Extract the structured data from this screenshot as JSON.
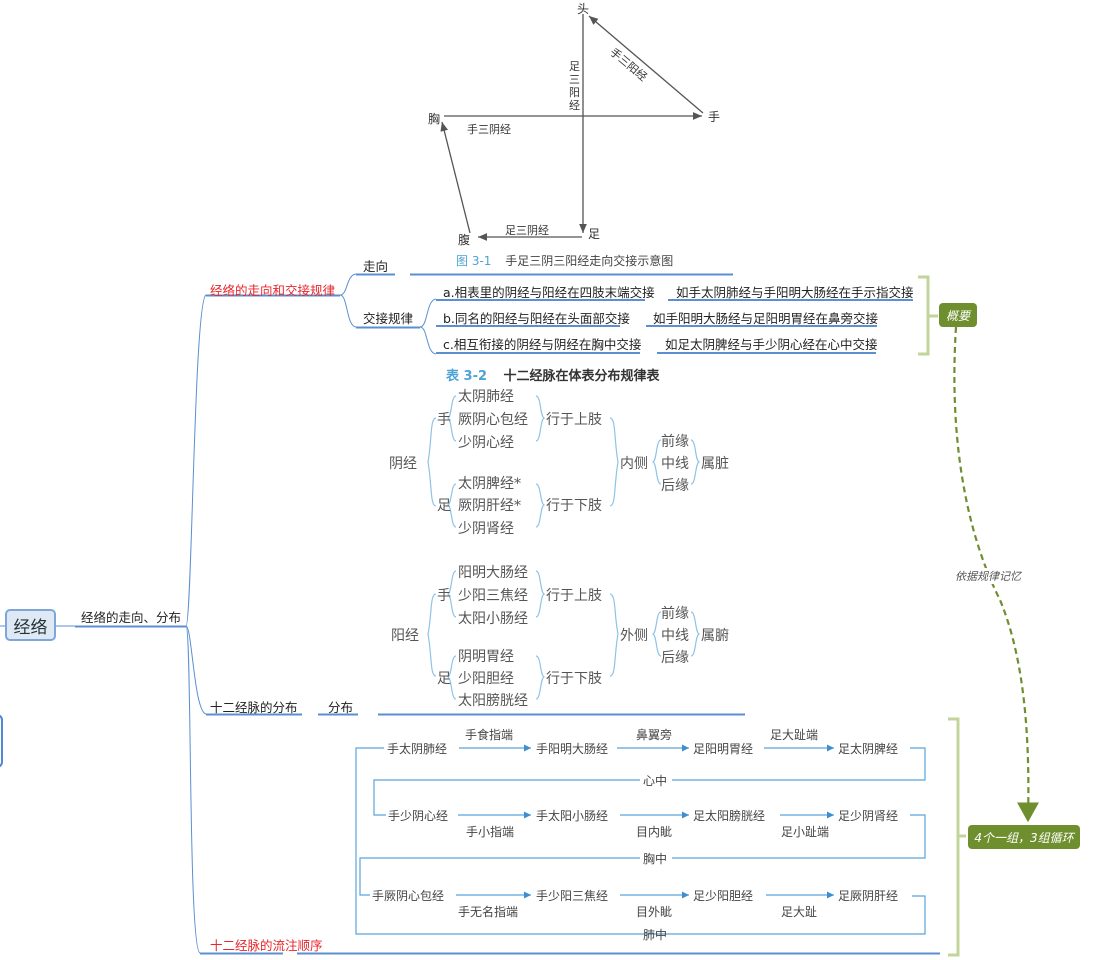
{
  "figure": {
    "labels": {
      "head": "头",
      "hand": "手",
      "chest": "胸",
      "abdomen": "腹",
      "foot": "足",
      "hand_three_yang": "手三阳经",
      "hand_three_yin": "手三阴经",
      "foot_three_yang": "足三阳经",
      "foot_three_yin": "足三阴经"
    },
    "caption_num": "图 3-1",
    "caption_text": "手足三阴三阳经走向交接示意图"
  },
  "mindmap": {
    "root": "经络",
    "level1": "经络的走向、分布",
    "branches": {
      "direction_and_rules": "经络的走向和交接规律",
      "distribution": "十二经脉的分布",
      "flow_order": "十二经脉的流注顺序"
    },
    "direction": "走向",
    "rules": "交接规律",
    "distribution_child": "分布",
    "rule_items": [
      {
        "rule": "a.相表里的阴经与阳经在四肢末端交接",
        "example": "如手太阴肺经与手阳明大肠经在手示指交接"
      },
      {
        "rule": "b.同名的阳经与阳经在头面部交接",
        "example": "如手阳明大肠经与足阳明胃经在鼻旁交接"
      },
      {
        "rule": "c.相互衔接的阴经与阴经在胸中交接",
        "example": "如足太阴脾经与手少阴心经在心中交接"
      }
    ],
    "summary1": "概要",
    "summary2": "4个一组，3组循环",
    "relation_label": "依据规律记忆"
  },
  "table": {
    "caption_num": "表 3-2",
    "caption_text": "十二经脉在体表分布规律表",
    "yin": {
      "label": "阴经",
      "hand": "手",
      "hand_items": [
        "太阴肺经",
        "厥阴心包经",
        "少阴心经"
      ],
      "hand_path": "行于上肢",
      "foot": "足",
      "foot_items": [
        "太阴脾经*",
        "厥阴肝经*",
        "少阴肾经"
      ],
      "foot_path": "行于下肢",
      "side": "内侧",
      "positions": [
        "前缘",
        "中线",
        "后缘"
      ],
      "belongs": "属脏"
    },
    "yang": {
      "label": "阳经",
      "hand": "手",
      "hand_items": [
        "阳明大肠经",
        "少阳三焦经",
        "太阳小肠经"
      ],
      "hand_path": "行于上肢",
      "foot": "足",
      "foot_items": [
        "阴明胃经",
        "少阳胆经",
        "太阳膀胱经"
      ],
      "foot_path": "行于下肢",
      "side": "外侧",
      "positions": [
        "前缘",
        "中线",
        "后缘"
      ],
      "belongs": "属腑"
    }
  },
  "flow": {
    "rows": [
      {
        "channels": [
          "手太阴肺经",
          "手阳明大肠经",
          "足阳明胃经",
          "足太阴脾经"
        ],
        "junctions": [
          "手食指端",
          "鼻翼旁",
          "足大趾端"
        ],
        "link": "心中"
      },
      {
        "channels": [
          "手少阴心经",
          "手太阳小肠经",
          "足太阳膀胱经",
          "足少阴肾经"
        ],
        "junctions": [
          "手小指端",
          "目内眦",
          "足小趾端"
        ],
        "link": "胸中"
      },
      {
        "channels": [
          "手厥阴心包经",
          "手少阳三焦经",
          "足少阳胆经",
          "足厥阴肝经"
        ],
        "junctions": [
          "手无名指端",
          "目外眦",
          "足大趾"
        ],
        "link": "肺中"
      }
    ]
  },
  "colors": {
    "branch_line": "#5b8fd0",
    "flow_line": "#5aa5dc",
    "summary_green": "#6f8f2e",
    "bracket_green": "#c2d49a",
    "red_text": "#e8262a",
    "caption_blue": "#4ea3d6"
  }
}
